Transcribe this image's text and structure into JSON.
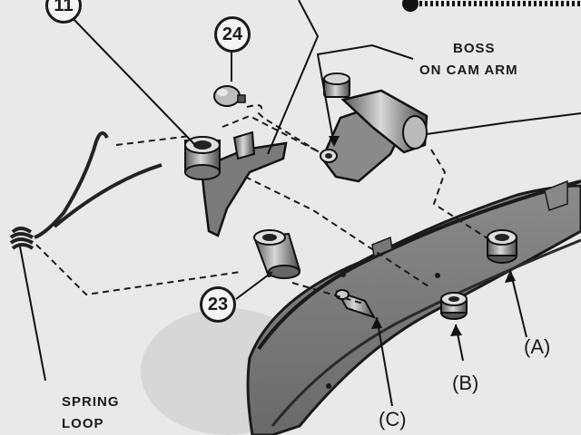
{
  "labels": {
    "boss_line1": "BOSS",
    "boss_line2": "ON CAM ARM",
    "spring_line1": "SPRING",
    "spring_line2": "LOOP",
    "a": "(A)",
    "b": "(B)",
    "c": "(C)"
  },
  "callouts": {
    "part_11": "11",
    "part_24": "24",
    "part_23": "23"
  }
}
